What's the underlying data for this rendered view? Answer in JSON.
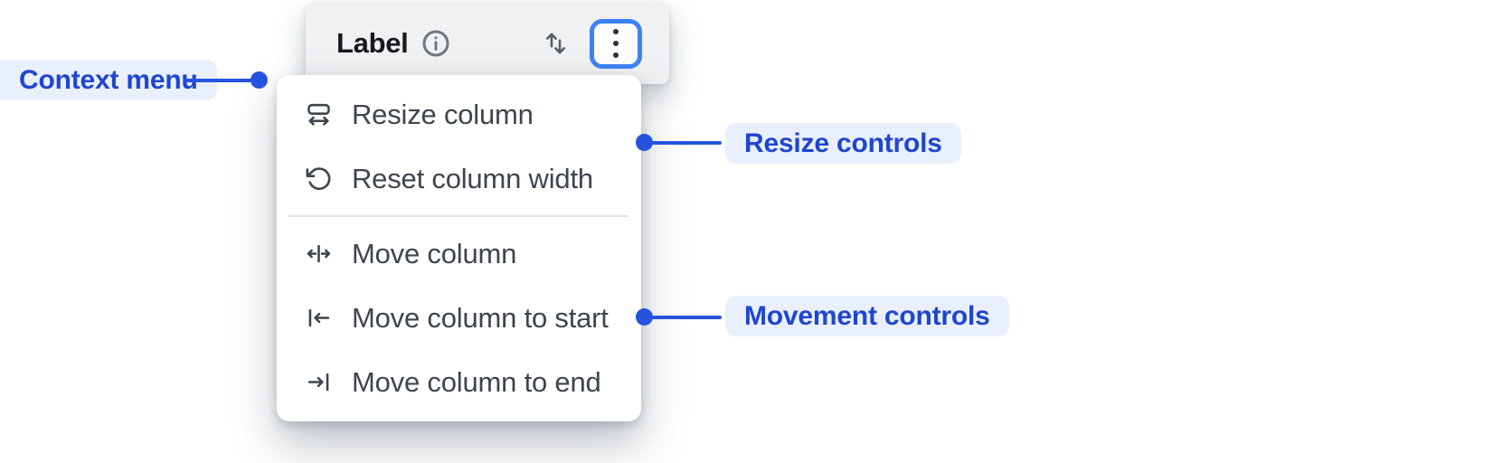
{
  "header": {
    "label": "Label",
    "info_icon": "info-icon",
    "sort_icon": "sort-arrows-icon",
    "menu_button_icon": "kebab-menu-icon"
  },
  "context_menu": {
    "items": [
      {
        "label": "Resize column",
        "icon": "resize-column-icon"
      },
      {
        "label": "Reset column width",
        "icon": "reset-column-width-icon"
      },
      {
        "label": "Move column",
        "icon": "move-column-icon"
      },
      {
        "label": "Move column to start",
        "icon": "move-column-to-start-icon"
      },
      {
        "label": "Move column to end",
        "icon": "move-column-to-end-icon"
      }
    ],
    "divider_after_index": 1
  },
  "annotations": {
    "context_menu_label": "Context menu",
    "resize_controls_label": "Resize controls",
    "movement_controls_label": "Movement controls"
  },
  "colors": {
    "annotation_text": "#1f46cf",
    "annotation_bg": "#e9effd",
    "connector": "#2553dd",
    "focus_ring": "#3c82f8",
    "header_bg": "#f0f1f3",
    "menu_text": "#3e454e"
  }
}
